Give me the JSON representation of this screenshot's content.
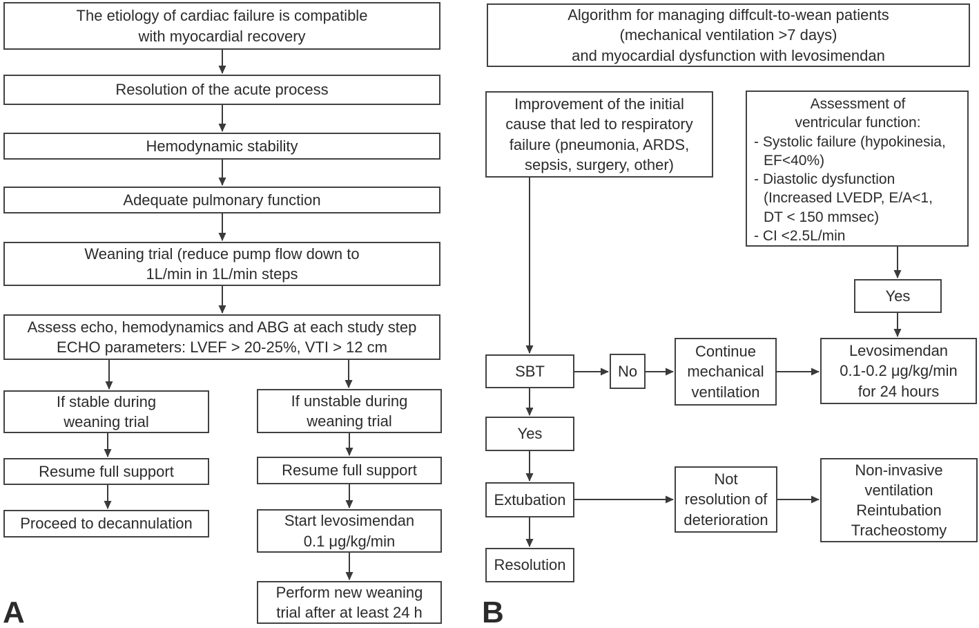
{
  "figure": {
    "panel_a": {
      "label": "A",
      "nodes": {
        "etiology": "The etiology of cardiac failure is compatible\nwith myocardial recovery",
        "resolution_acute": "Resolution of the acute process",
        "hemodynamic": "Hemodynamic stability",
        "pulmonary": "Adequate pulmonary function",
        "weaning_trial": "Weaning trial (reduce pump flow down to\n1L/min in 1L/min steps",
        "assess": "Assess echo, hemodynamics and ABG at each study step\nECHO parameters: LVEF > 20-25%, VTI > 12 cm",
        "if_stable": "If stable during\nweaning trial",
        "if_unstable": "If unstable during\nweaning trial",
        "resume_left": "Resume full support",
        "proceed_decannulation": "Proceed to decannulation",
        "resume_right": "Resume full support",
        "start_levosimendan": "Start levosimendan\n0.1 μg/kg/min",
        "perform_new_trial": "Perform new weaning\ntrial after at least 24 h"
      }
    },
    "panel_b": {
      "label": "B",
      "title": "Algorithm for managing diffcult-to-wean patients\n(mechanical ventilation >7 days)\nand myocardial dysfunction with levosimendan",
      "nodes": {
        "improvement": "Improvement of the initial\ncause that led to respiratory\nfailure (pneumonia, ARDS,\nsepsis, surgery, other)",
        "assessment": {
          "title": "Assessment of\nventricular function:",
          "items": [
            "- Systolic failure (hypokinesia,\nEF<40%)",
            "- Diastolic dysfunction\n(Increased LVEDP, E/A<1,\nDT < 150 mmsec)",
            "- CI <2.5L/min"
          ]
        },
        "sbt": "SBT",
        "no": "No",
        "continue_mv": "Continue\nmechanical\nventilation",
        "levosimendan": "Levosimendan\n0.1-0.2 μg/kg/min\nfor 24 hours",
        "yes_assessment": "Yes",
        "yes_sbt": "Yes",
        "extubation": "Extubation",
        "not_resolution": "Not\nresolution of\ndeterioration",
        "non_invasive": "Non-invasive\nventilation\nReintubation\nTracheostomy",
        "resolution": "Resolution"
      }
    },
    "colors": {
      "background": "#ffffff",
      "box_border": "#414141",
      "text": "#2b2b2b",
      "arrow": "#3a3a3a"
    }
  }
}
